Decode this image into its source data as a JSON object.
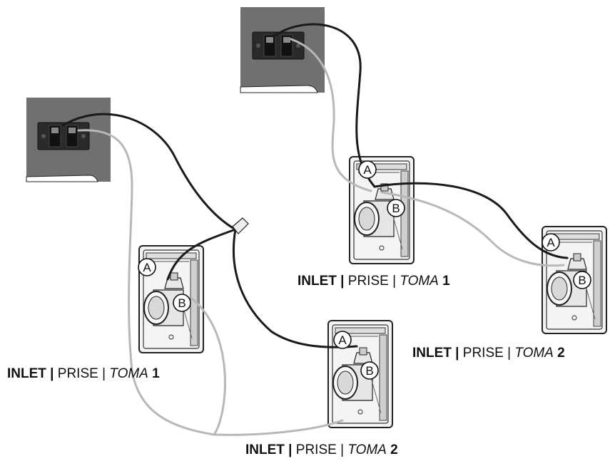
{
  "colors": {
    "black_wire": "#1a1a1a",
    "gray_wire": "#b8b8b8",
    "panel": "#6e6e6e",
    "plate": "#f2f2f2",
    "outline": "#222222"
  },
  "left_diagram": {
    "marker_a": "A",
    "marker_b": "B",
    "captions": [
      {
        "inlet": "INLET",
        "sep1": "|",
        "prise": "PRISE",
        "sep2": "|",
        "toma": "TOMA",
        "num": "1"
      },
      {
        "inlet": "INLET",
        "sep1": "|",
        "prise": "PRISE",
        "sep2": "|",
        "toma": "TOMA",
        "num": "2"
      }
    ]
  },
  "right_diagram": {
    "marker_a": "A",
    "marker_b": "B",
    "captions": [
      {
        "inlet": "INLET",
        "sep1": "|",
        "prise": "PRISE",
        "sep2": "|",
        "toma": "TOMA",
        "num": "1"
      },
      {
        "inlet": "INLET",
        "sep1": "|",
        "prise": "PRISE",
        "sep2": "|",
        "toma": "TOMA",
        "num": "2"
      }
    ]
  }
}
